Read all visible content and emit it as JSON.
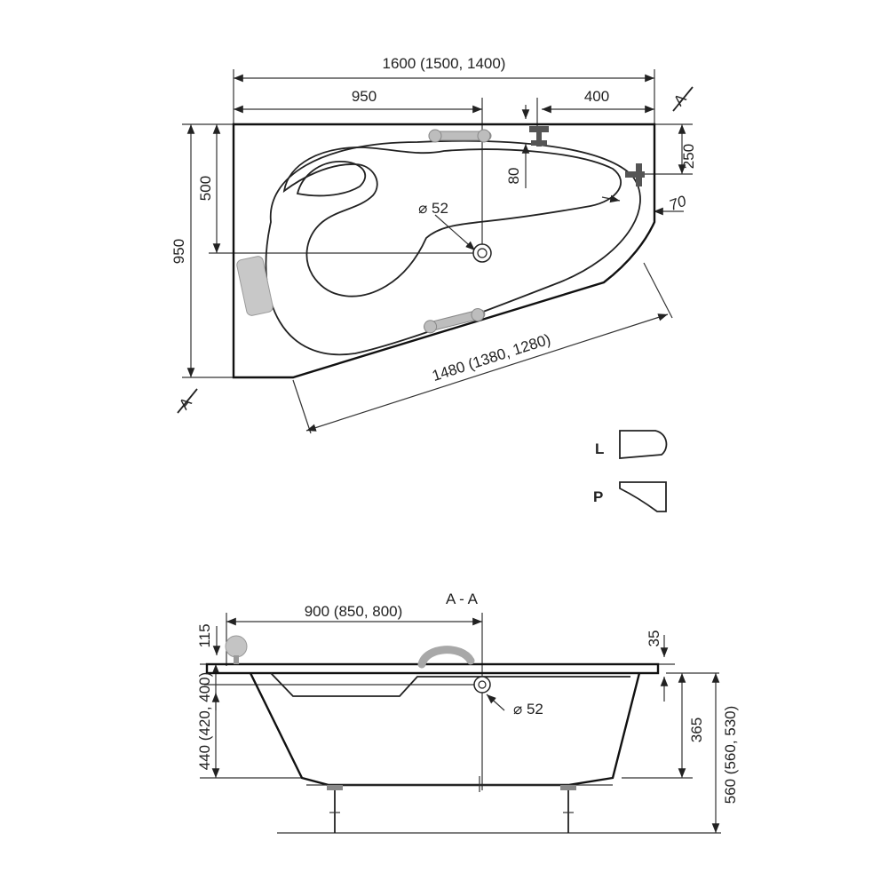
{
  "plan_view": {
    "overall_width": "1600 (1500, 1400)",
    "drain_offset": "950",
    "faucet_offset": "400",
    "overall_depth": "950",
    "drain_depth": "500",
    "faucet_height": "80",
    "overflow_offset": "250",
    "rim_width": "70",
    "drain_diameter": "⌀ 52",
    "diagonal_length": "1480 (1380, 1280)",
    "section_mark_top": "A",
    "section_mark_bottom": "A"
  },
  "variants": {
    "left": "L",
    "right": "P"
  },
  "section_view": {
    "title": "A - A",
    "drain_offset": "900 (850, 800)",
    "headrest_height": "115",
    "rim_thickness": "35",
    "drain_height": "440 (420, 400)",
    "drain_diameter": "⌀ 52",
    "inner_depth": "365",
    "total_height": "560 (560, 530)"
  },
  "colors": {
    "line": "#111111",
    "accessory": "#bdbdbd"
  }
}
